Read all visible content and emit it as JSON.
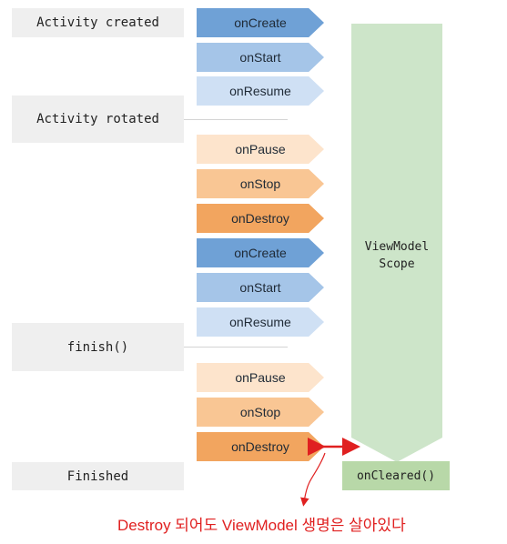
{
  "states": {
    "created": "Activity created",
    "rotated": "Activity rotated",
    "finish": "finish()",
    "finished": "Finished"
  },
  "callbacks": [
    "onCreate",
    "onStart",
    "onResume",
    "onPause",
    "onStop",
    "onDestroy",
    "onCreate",
    "onStart",
    "onResume",
    "onPause",
    "onStop",
    "onDestroy"
  ],
  "scope": {
    "line1": "ViewModel",
    "line2": "Scope"
  },
  "cleared": "onCleared()",
  "note": "Destroy 되어도 ViewModel 생명은 살아있다",
  "colors": {
    "create": "#6fa1d6",
    "start": "#a5c5e8",
    "resume": "#cfe0f4",
    "pause": "#fde4cc",
    "stop": "#f9c694",
    "destroy": "#f2a55f",
    "scope": "#cde5c9",
    "cleared": "#b8d8a8",
    "annotation": "#e02020"
  }
}
